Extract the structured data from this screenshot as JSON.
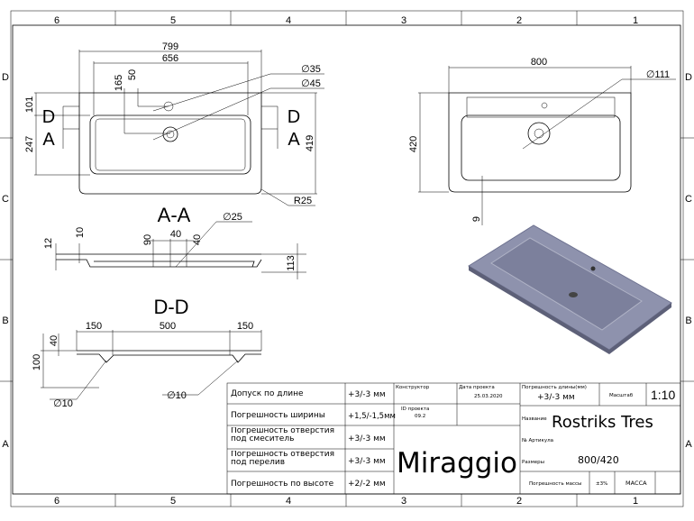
{
  "frame": {
    "columns": [
      "6",
      "5",
      "4",
      "3",
      "2",
      "1"
    ],
    "rows": [
      "D",
      "C",
      "B",
      "A"
    ]
  },
  "top_view": {
    "width_overall": "799",
    "width_inner": "656",
    "dim_165": "165",
    "dim_50": "50",
    "dim_101": "101",
    "dim_247": "247",
    "depth": "419",
    "hole_tap": "∅35",
    "hole_drain": "∅45",
    "radius": "R25",
    "section_d": "D",
    "section_a": "A"
  },
  "right_view": {
    "width": "800",
    "depth": "420",
    "hole": "∅111",
    "dim_9": "9"
  },
  "section_aa": {
    "title": "A-A",
    "hole": "∅25",
    "dim_12": "12",
    "dim_10": "10",
    "dim_90": "90",
    "dim_40a": "40",
    "dim_40b": "40",
    "dim_113": "113"
  },
  "section_dd": {
    "title": "D-D",
    "dim_150a": "150",
    "dim_500": "500",
    "dim_150b": "150",
    "dim_40": "40",
    "dim_100": "100",
    "hole_left": "∅10",
    "hole_right": "∅10"
  },
  "title_block": {
    "tolerances": [
      {
        "label": "Допуск по длине",
        "value": "+3/-3 мм"
      },
      {
        "label": "Погрешность ширины",
        "value": "+1,5/-1,5мм"
      },
      {
        "label": "Погрешность отверстия под смеситель",
        "value": "+3/-3 мм"
      },
      {
        "label": "Погрешность отверстия под перелив",
        "value": "+3/-3 мм"
      },
      {
        "label": "Погрешность по высоте",
        "value": "+2/-2 мм"
      }
    ],
    "designer_label": "Конструктор",
    "date_label": "Дата проекта",
    "date": "25.03.2020",
    "project_id_label": "ID проекта",
    "project_id": "09.2",
    "length_tol_label": "Погрешность длины(мм)",
    "length_tol": "+3/-3 мм",
    "scale_label": "Масштаб",
    "scale": "1:10",
    "name_label": "Название",
    "name": "Rostriks Tres",
    "article_label": "№ Артикула",
    "size_label": "Размеры",
    "size": "800/420",
    "mass_tol_label": "Погрешность массы",
    "mass_tol": "±3%",
    "mass_label": "МАССА",
    "brand": "Miraggio"
  },
  "colors": {
    "render": "#8e92ad"
  }
}
